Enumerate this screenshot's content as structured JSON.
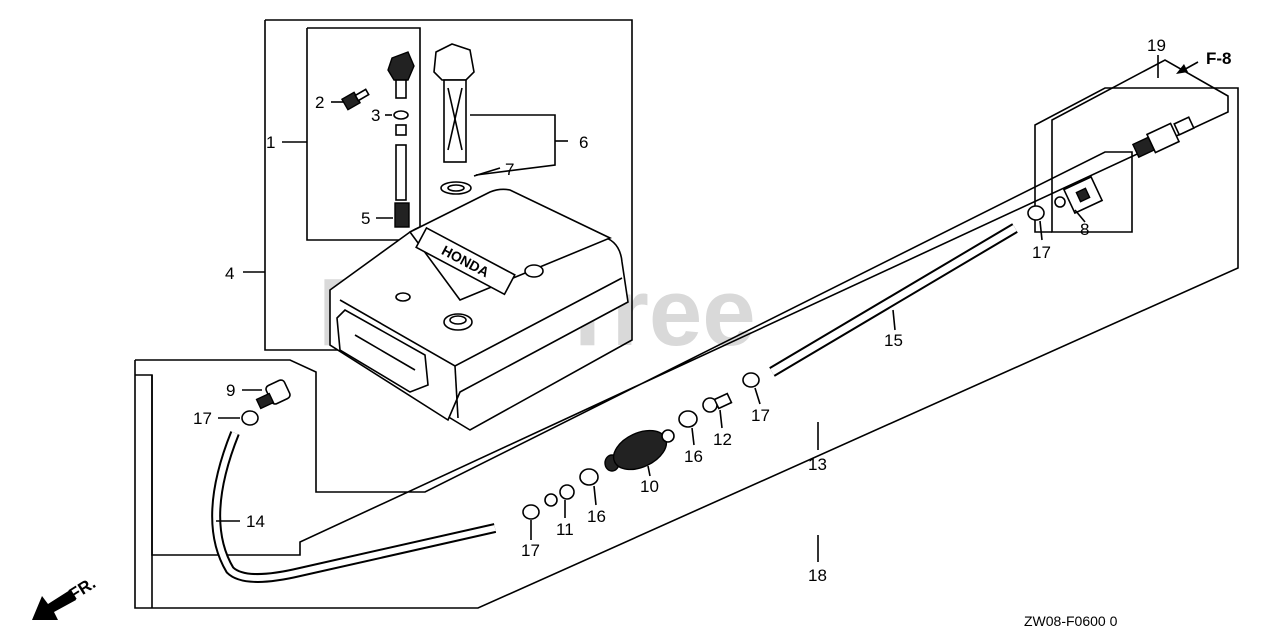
{
  "watermark": "PartsTree",
  "diagram_code": "ZW08-F0600 0",
  "ref_label": "F-8",
  "front_label": "FR.",
  "callouts": {
    "c1": "1",
    "c2": "2",
    "c3": "3",
    "c4": "4",
    "c5": "5",
    "c6": "6",
    "c7": "7",
    "c8": "8",
    "c9": "9",
    "c10": "10",
    "c11": "11",
    "c12": "12",
    "c13": "13",
    "c14": "14",
    "c15": "15",
    "c16a": "16",
    "c16b": "16",
    "c17a": "17",
    "c17b": "17",
    "c17c": "17",
    "c17d": "17",
    "c18": "18",
    "c19": "19"
  },
  "tank_brand": "HONDA"
}
